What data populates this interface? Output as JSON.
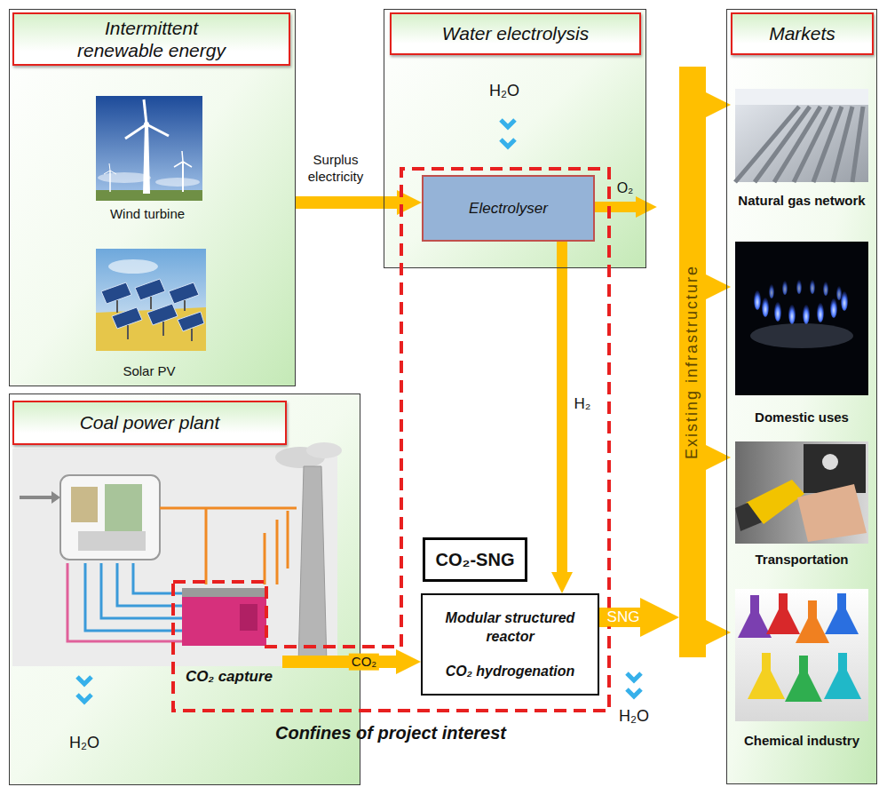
{
  "diagram": {
    "nodes": [
      {
        "text": [
          "Intermittent renewable energy"
        ]
      },
      {
        "text": [
          "Water electrolysis"
        ]
      },
      {
        "text": [
          "Electrolyser"
        ],
        "in": 1
      },
      {
        "text": [
          "Markets"
        ]
      },
      {
        "text": [
          "Natural gas network"
        ],
        "in": 3
      },
      {
        "text": [
          "Domestic uses"
        ],
        "in": 3
      },
      {
        "text": [
          "Transportation"
        ],
        "in": 3
      },
      {
        "text": [
          "Chemical industry"
        ],
        "in": 3
      },
      {
        "text": [
          "Coal power plant"
        ]
      },
      {
        "text": [
          "CO₂ capture"
        ],
        "in": 8
      },
      {
        "text": [
          "CO₂-SNG"
        ]
      },
      {
        "text": [
          "Modular structured reactor",
          "CO₂ hydrogenation"
        ]
      },
      {
        "text": [
          "Existing infrastructure"
        ]
      },
      {
        "text": [
          "Confines of project interest"
        ]
      }
    ],
    "edges": [
      {
        "from": 0,
        "to": 2,
        "arrow": "to",
        "label": "Surplus electricity"
      },
      {
        "from": 2,
        "to": 11,
        "arrow": "to",
        "label": "H₂"
      },
      {
        "from": 9,
        "to": 11,
        "arrow": "to",
        "label": "CO₂"
      },
      {
        "from": 11,
        "to": 12,
        "arrow": "to",
        "label": "SNG"
      },
      {
        "from": 12,
        "to": 4,
        "arrow": "to"
      },
      {
        "from": 12,
        "to": 5,
        "arrow": "to"
      },
      {
        "from": 12,
        "to": 6,
        "arrow": "to"
      },
      {
        "from": 12,
        "to": 7,
        "arrow": "to"
      }
    ],
    "labels": [
      "Wind turbine",
      "Solar PV",
      "H₂O",
      "O₂",
      "H₂O",
      "H₂O"
    ]
  }
}
